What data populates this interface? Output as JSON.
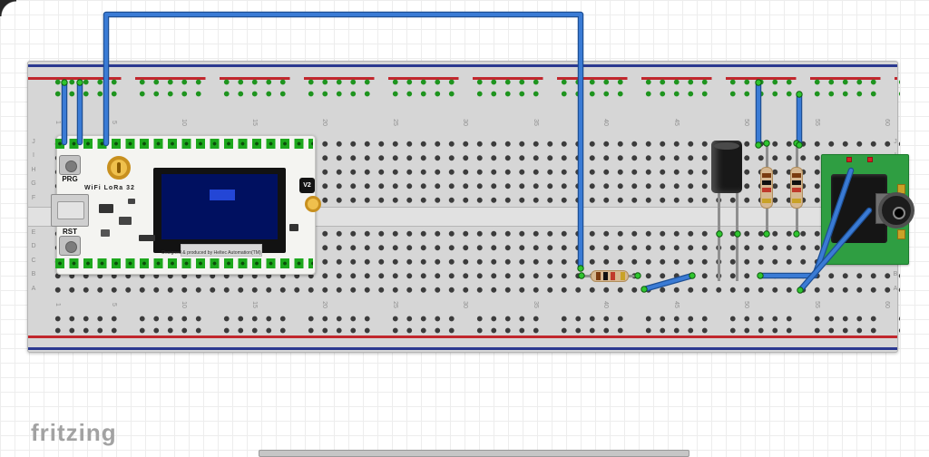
{
  "window": {
    "logo_text": "fritzing"
  },
  "colors": {
    "wire-blue": "#3a7bd5",
    "wire-blue-dark": "#1d4f94",
    "rail-red": "#c1272d",
    "rail-blue": "#2b3990",
    "hole-green": "#1e941e",
    "pad-green": "#1da81d",
    "pcb-green": "#2f9e42",
    "board-gray": "#d6d6d6"
  },
  "breadboard": {
    "column_labels": [
      "1",
      "5",
      "10",
      "15",
      "20",
      "25",
      "30",
      "35",
      "40",
      "45",
      "50",
      "55",
      "60"
    ],
    "row_labels": [
      "J",
      "I",
      "H",
      "G",
      "F",
      "E",
      "D",
      "C",
      "B",
      "A"
    ]
  },
  "module": {
    "title": "WiFi LoRa 32",
    "prg": "PRG",
    "rst": "RST",
    "badge": "V2",
    "footer": "Designed & produced by Heltec Automation(TM)"
  }
}
